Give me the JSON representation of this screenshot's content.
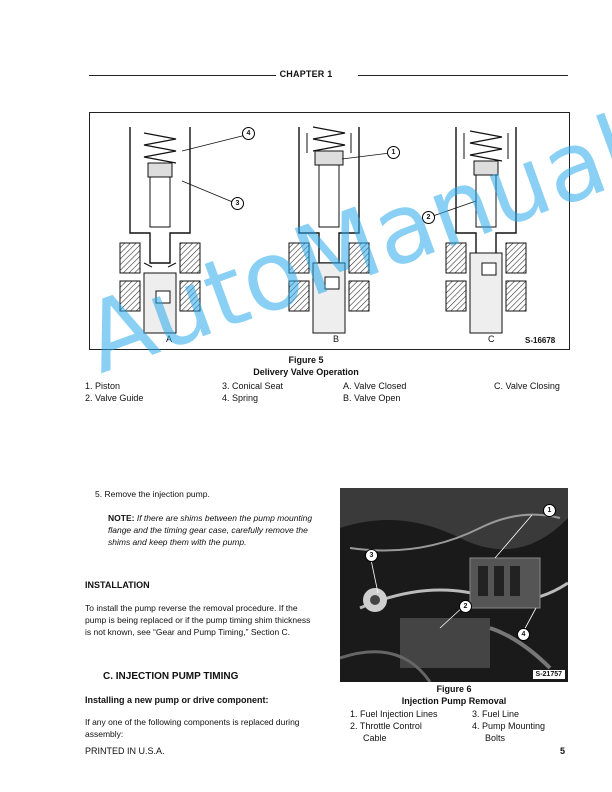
{
  "header": {
    "chapter": "CHAPTER 1"
  },
  "figure5": {
    "panel_labels": [
      "A",
      "B",
      "C"
    ],
    "callouts": [
      "4",
      "3",
      "1",
      "2"
    ],
    "code": "S-16678",
    "number": "Figure 5",
    "title": "Delivery Valve Operation",
    "legend": {
      "col1": [
        "1.  Piston",
        "2.  Valve Guide"
      ],
      "col2": [
        "3.  Conical Seat",
        "4.  Spring"
      ],
      "col3": [
        "A.  Valve Closed",
        "B.  Valve Open"
      ],
      "col4": [
        "C.  Valve Closing"
      ]
    }
  },
  "watermark": "AutoManual",
  "step5": "5.  Remove the injection pump.",
  "note": {
    "label": "NOTE:",
    "text": "If there are shims between the pump mounting flange and the timing gear case, carefully remove the shims and keep them with the pump."
  },
  "installation": {
    "heading": "INSTALLATION",
    "text": "To install the pump reverse the removal procedure. If the pump is being replaced or if the pump timing shim thickness is not known, see “Gear and Pump Timing,” Section C."
  },
  "section_c": {
    "heading": "C.   INJECTION PUMP TIMING",
    "subheading": "Installing a new pump or drive component:",
    "text": "If any one of the following components is replaced during assembly:"
  },
  "figure6": {
    "callouts": [
      "1",
      "3",
      "2",
      "4"
    ],
    "code": "S-21757",
    "number": "Figure 6",
    "title": "Injection Pump Removal",
    "legend": {
      "col1": [
        "1.  Fuel Injection Lines",
        "2.  Throttle Control",
        "Cable"
      ],
      "col2": [
        "3.  Fuel Line",
        "4.  Pump Mounting",
        "Bolts"
      ]
    }
  },
  "footer": {
    "printed": "PRINTED IN U.S.A.",
    "page": "5"
  }
}
